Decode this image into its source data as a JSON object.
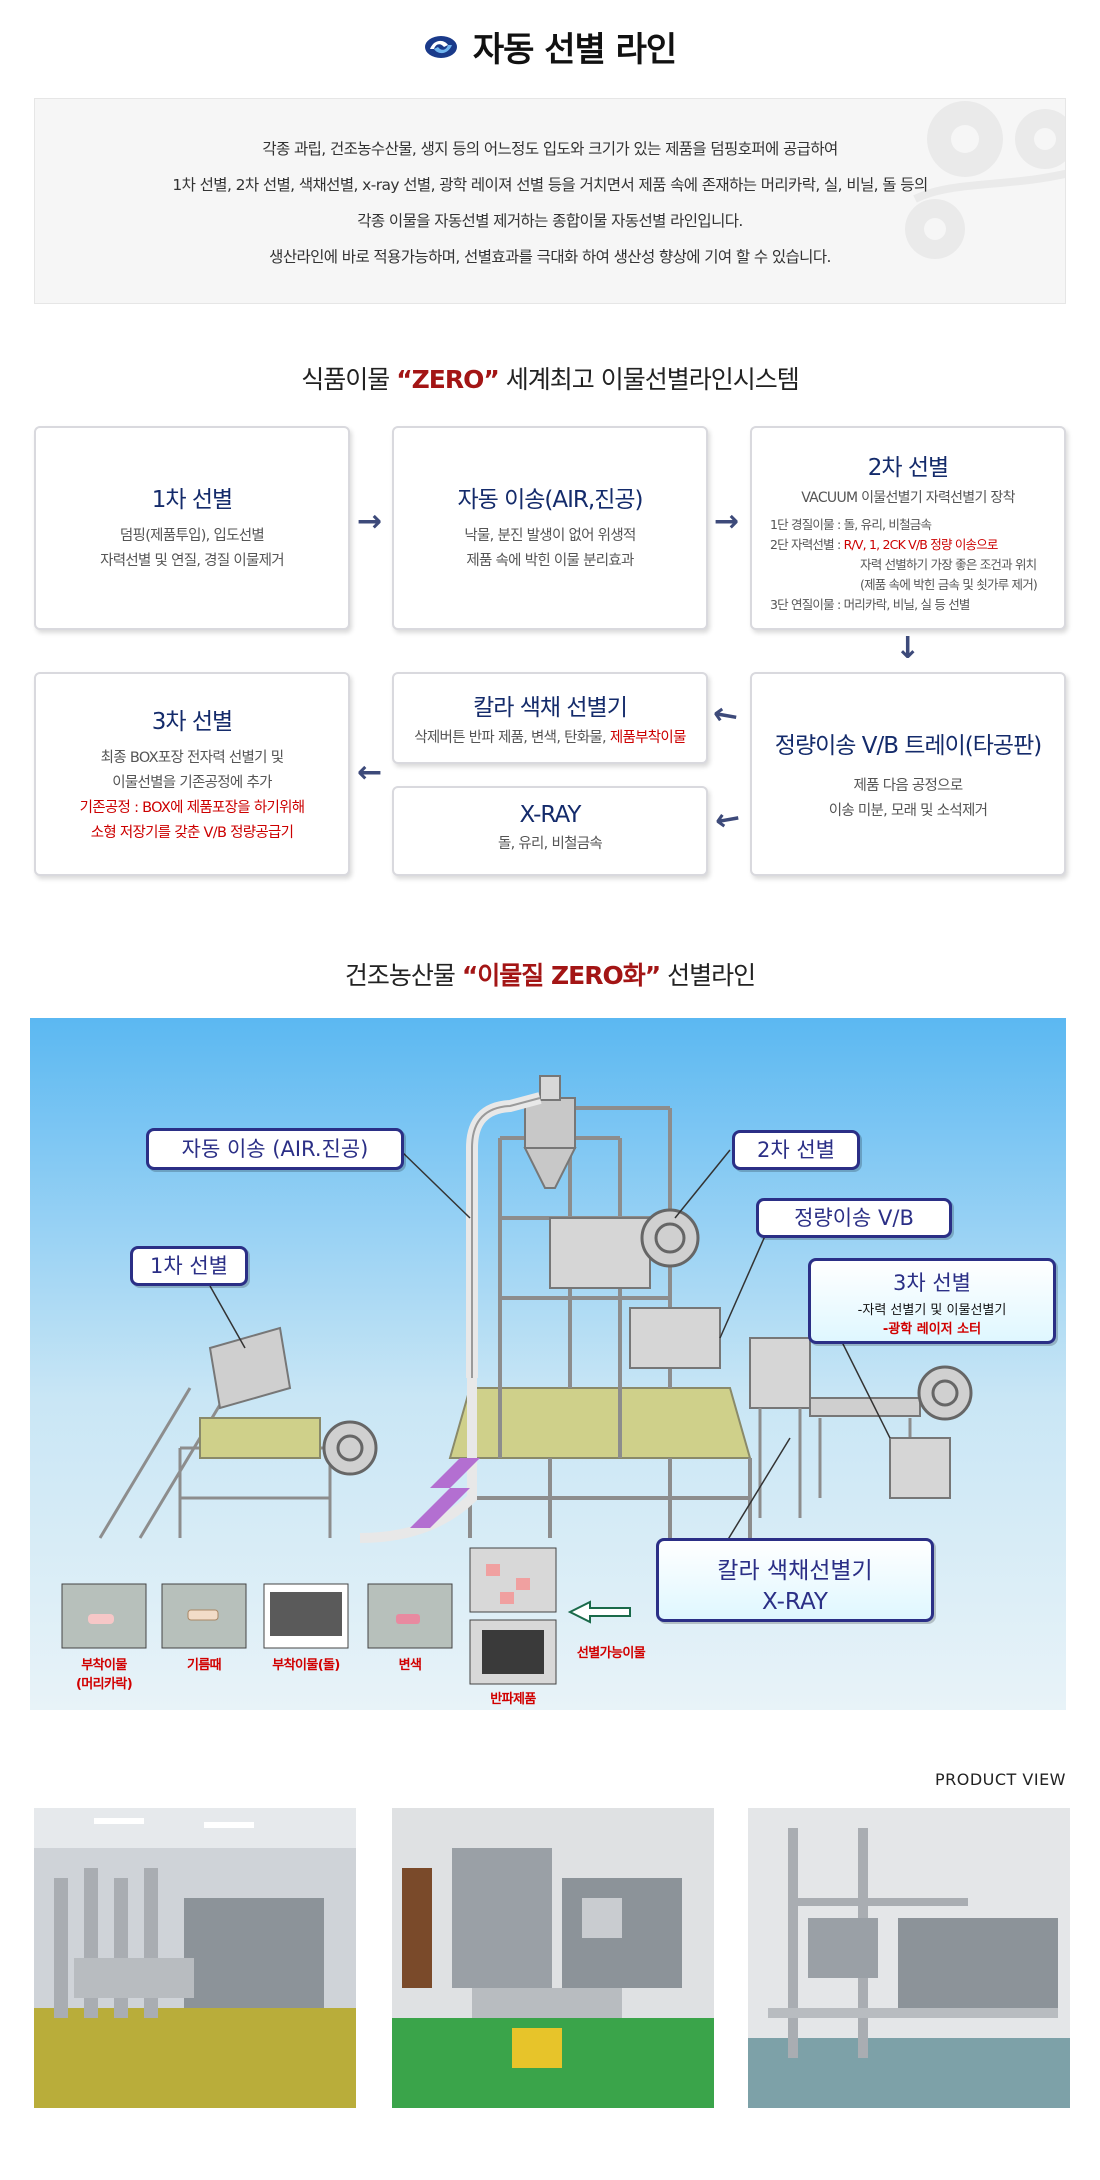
{
  "title": "자동 선별 라인",
  "intro": [
    "각종 과립, 건조농수산물, 생지 등의 어느정도 입도와 크기가 있는 제품을 덤핑호퍼에 공급하여",
    "1차 선별, 2차 선별, 색채선별, x-ray 선별, 광학 레이져 선별 등을 거치면서 제품 속에 존재하는 머리카락, 실, 비닐, 돌 등의",
    "각종 이물을 자동선별 제거하는 종합이물 자동선별 라인입니다.",
    "생산라인에 바로 적용가능하며, 선별효과를 극대화 하여 생산성 향상에 기여 할 수 있습니다."
  ],
  "section1": {
    "pre": "식품이물 ",
    "em": "“ZERO”",
    "post": " 세계최고 이물선별라인시스템"
  },
  "flow": {
    "box1": {
      "title": "1차 선별",
      "lines": [
        "덤핑(제품투입), 입도선별",
        "자력선별 및 연질, 경질 이물제거"
      ]
    },
    "box2": {
      "title": "자동 이송(AIR,진공)",
      "lines": [
        "낙물, 분진 발생이 없어 위생적",
        "제품 속에 박힌 이물 분리효과"
      ]
    },
    "box3": {
      "title": "2차 선별",
      "sub": "VACUUM 이물선별기 자력선별기 장착",
      "l1": "1단 경질이물 : 돌, 유리, 비철금속",
      "l2a": "2단 자력선별 : ",
      "l2b": "R/V, 1, 2CK V/B 정량 이송으로",
      "l3": "자력 선별하기 가장 좋은 조건과 위치",
      "l4": "(제품 속에 박힌 금속 및 쇳가루 제거)",
      "l5": "3단 연질이물 : 머리카락, 비닐, 실 등 선별"
    },
    "box4": {
      "title": "정량이송 V/B 트레이(타공판)",
      "lines": [
        "제품 다음 공정으로",
        "이송 미분, 모래 및 소석제거"
      ]
    },
    "box5": {
      "title": "칼라 색채 선별기",
      "pre": "삭제버튼 반파 제품, 변색, 탄화물, ",
      "red": "제품부착이물"
    },
    "box6": {
      "title": "X-RAY",
      "sub": "돌, 유리, 비철금속"
    },
    "box7": {
      "title": "3차 선별",
      "lines": [
        "최종 BOX포장 전자력 선별기 및",
        "이물선별을 기존공정에 추가"
      ],
      "red": [
        "기존공정 : BOX에 제품포장을 하기위해",
        "소형 저장기를 갖춘 V/B 정량공급기"
      ]
    }
  },
  "section2": {
    "pre": "건조농산물 ",
    "em": "“이물질 ZERO화”",
    "post": " 선별라인"
  },
  "diagram": {
    "c_auto": "자동 이송 (AIR.진공)",
    "c_second": "2차 선별",
    "c_first": "1차 선별",
    "c_vb": "정량이송 V/B",
    "c_third": "3차 선별",
    "c_third_l1": "-자력 선별기 및 이물선별기",
    "c_third_l2": "-광학 레이저 소터",
    "c_color": "칼라 색채선별기",
    "c_xray": "X-RAY",
    "t1a": "부착이물",
    "t1b": "(머리카락)",
    "t2": "기름때",
    "t3": "부착이물(돌)",
    "t4": "변색",
    "t5": "반파제품",
    "t6": "선별가능이물"
  },
  "product_view": "PRODUCT VIEW",
  "colors": {
    "navy": "#142b6b",
    "red": "#a31515",
    "callout": "#2b2f86",
    "sky_top": "#5bb8f2",
    "sky_bottom": "#e8f3f8"
  }
}
